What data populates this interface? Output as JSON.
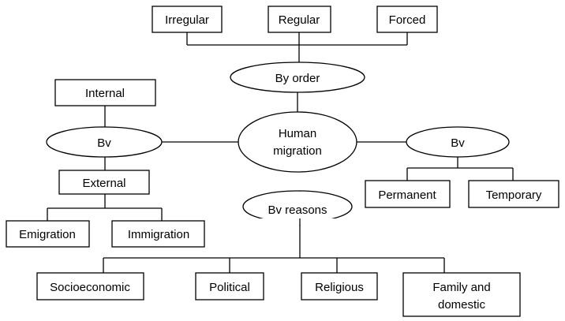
{
  "center": {
    "line1": "Human",
    "line2": "migration"
  },
  "by_order": {
    "label": "By order",
    "items": [
      "Irregular",
      "Regular",
      "Forced"
    ]
  },
  "by_territory": {
    "label": "Bv",
    "internal": "Internal",
    "external": "External",
    "external_items": [
      "Emigration",
      "Immigration"
    ]
  },
  "by_duration": {
    "label": "Bv",
    "items": [
      "Permanent",
      "Temporary"
    ]
  },
  "by_reasons": {
    "label": "Bv reasons",
    "items": [
      "Socioeconomic",
      "Political",
      "Religious"
    ],
    "family": {
      "line1": "Family and",
      "line2": "domestic"
    }
  }
}
